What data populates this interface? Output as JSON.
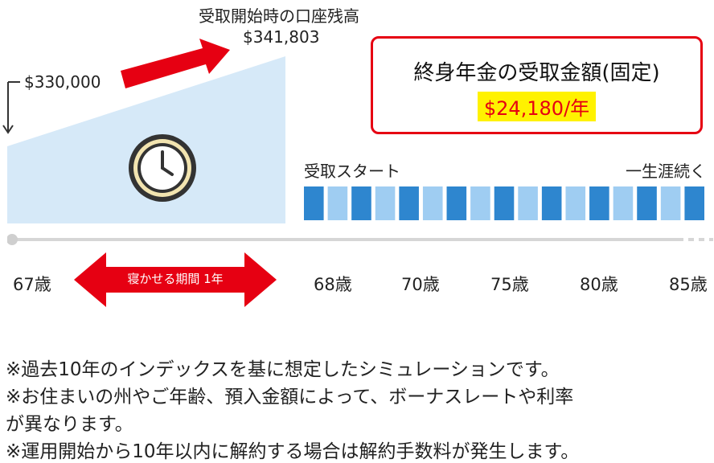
{
  "left_panel": {
    "initial_amount": "$330,000",
    "balance_title": "受取開始時の口座残高",
    "balance_value": "$341,803",
    "icons": [
      "bracket-arrow-icon",
      "red-arrow-icon",
      "clock-icon"
    ]
  },
  "payout_box": {
    "title": "終身年金の受取金額(固定)",
    "amount": "$24,180/年",
    "border_color": "#e60012",
    "highlight_color": "#fff200"
  },
  "payout_bar": {
    "start_label": "受取スタート",
    "end_label": "一生涯続く",
    "segment_count": 17,
    "colors": [
      "#2e86cf",
      "#9fcdf2"
    ]
  },
  "timeline": {
    "start_age": "67歳",
    "defer_label": "寝かせる期間 1年",
    "ages": [
      "68歳",
      "70歳",
      "75歳",
      "80歳",
      "85歳"
    ]
  },
  "notes": [
    "※過去10年のインデックスを基に想定したシミュレーションです。",
    "※お住まいの州やご年齢、預入金額によって、ボーナスレートや利率",
    "が異なります。",
    "※運用開始から10年以内に解約する場合は解約手数料が発生します。"
  ]
}
